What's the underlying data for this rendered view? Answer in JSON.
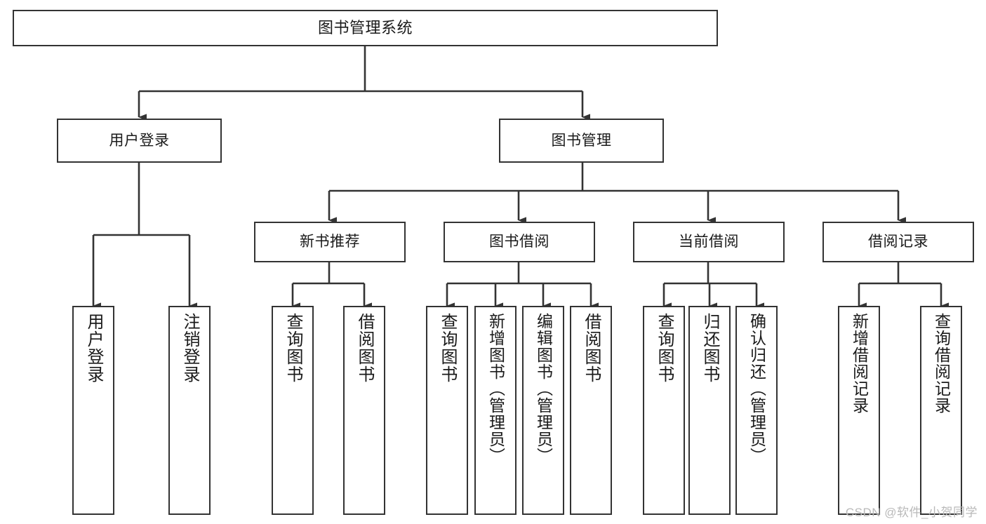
{
  "diagram": {
    "title": "图书管理系统",
    "type": "tree",
    "stroke_color": "#333333",
    "box_fill": "#ffffff",
    "text_color": "#1a1a1a"
  },
  "nodes": {
    "root": {
      "label": "图书管理系统"
    },
    "level2": [
      {
        "label": "用户登录"
      },
      {
        "label": "图书管理"
      }
    ],
    "level3": [
      {
        "label": "新书推荐"
      },
      {
        "label": "图书借阅"
      },
      {
        "label": "当前借阅"
      },
      {
        "label": "借阅记录"
      }
    ],
    "leaves": {
      "user_login": [
        {
          "label": "用户登录"
        },
        {
          "label": "注销登录"
        }
      ],
      "new_book": [
        {
          "label": "查询图书"
        },
        {
          "label": "借阅图书"
        }
      ],
      "borrow": [
        {
          "label": "查询图书"
        },
        {
          "label": "新增图书（管理员）"
        },
        {
          "label": "编辑图书（管理员）"
        },
        {
          "label": "借阅图书"
        }
      ],
      "current": [
        {
          "label": "查询图书"
        },
        {
          "label": "归还图书"
        },
        {
          "label": "确认归还（管理员）"
        }
      ],
      "records": [
        {
          "label": "新增借阅记录"
        },
        {
          "label": "查询借阅记录"
        }
      ]
    }
  },
  "watermark": {
    "text": "CSDN @软件_小贺同学"
  }
}
